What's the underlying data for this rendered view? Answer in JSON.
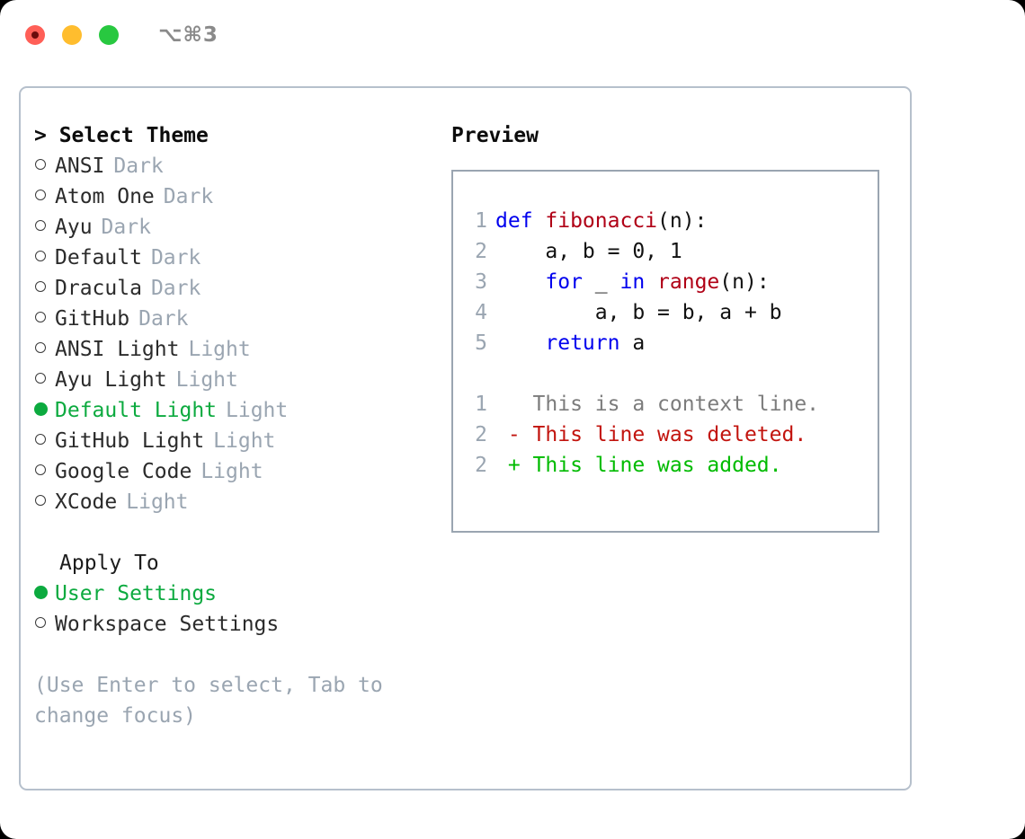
{
  "titlebar": {
    "shortcut": "⌥⌘3",
    "buttons": [
      {
        "name": "close",
        "color": "#ff5f57"
      },
      {
        "name": "minimize",
        "color": "#ffbd2e"
      },
      {
        "name": "maximize",
        "color": "#28c840"
      }
    ]
  },
  "left": {
    "header": "> Select Theme",
    "themes": [
      {
        "label": "ANSI",
        "tag": "Dark",
        "selected": false
      },
      {
        "label": "Atom One",
        "tag": "Dark",
        "selected": false
      },
      {
        "label": "Ayu",
        "tag": "Dark",
        "selected": false
      },
      {
        "label": "Default",
        "tag": "Dark",
        "selected": false
      },
      {
        "label": "Dracula",
        "tag": "Dark",
        "selected": false
      },
      {
        "label": "GitHub",
        "tag": "Dark",
        "selected": false
      },
      {
        "label": "ANSI Light",
        "tag": "Light",
        "selected": false
      },
      {
        "label": "Ayu Light",
        "tag": "Light",
        "selected": false
      },
      {
        "label": "Default Light",
        "tag": "Light",
        "selected": true
      },
      {
        "label": "GitHub Light",
        "tag": "Light",
        "selected": false
      },
      {
        "label": "Google Code",
        "tag": "Light",
        "selected": false
      },
      {
        "label": "XCode",
        "tag": "Light",
        "selected": false
      }
    ],
    "apply_header": "Apply To",
    "apply_options": [
      {
        "label": "User Settings",
        "selected": true
      },
      {
        "label": "Workspace Settings",
        "selected": false
      }
    ],
    "hint": "(Use Enter to select, Tab to change focus)"
  },
  "right": {
    "header": "Preview",
    "code_lines": [
      {
        "no": "1",
        "tokens": [
          {
            "t": "def ",
            "c": "kw"
          },
          {
            "t": "fibonacci",
            "c": "fn"
          },
          {
            "t": "(n):",
            "c": "pl"
          }
        ]
      },
      {
        "no": "2",
        "tokens": [
          {
            "t": "    a, b = 0, 1",
            "c": "pl"
          }
        ]
      },
      {
        "no": "3",
        "tokens": [
          {
            "t": "    ",
            "c": "pl"
          },
          {
            "t": "for ",
            "c": "kw"
          },
          {
            "t": "_ ",
            "c": "pl"
          },
          {
            "t": "in ",
            "c": "kw"
          },
          {
            "t": "range",
            "c": "fn"
          },
          {
            "t": "(n):",
            "c": "pl"
          }
        ]
      },
      {
        "no": "4",
        "tokens": [
          {
            "t": "        a, b = b, a + b",
            "c": "pl"
          }
        ]
      },
      {
        "no": "5",
        "tokens": [
          {
            "t": "    ",
            "c": "pl"
          },
          {
            "t": "return ",
            "c": "kw"
          },
          {
            "t": "a",
            "c": "pl"
          }
        ]
      }
    ],
    "diff_lines": [
      {
        "no": "1",
        "tokens": [
          {
            "t": "   This is a context line.",
            "c": "ctx"
          }
        ]
      },
      {
        "no": "2",
        "tokens": [
          {
            "t": " - This line was deleted.",
            "c": "del"
          }
        ]
      },
      {
        "no": "2",
        "tokens": [
          {
            "t": " + This line was added.",
            "c": "add"
          }
        ]
      }
    ]
  },
  "colors": {
    "accent_green": "#0caa3f",
    "muted": "#9aa5b1",
    "keyword": "#0000ee",
    "function": "#b00016",
    "diff_add": "#00bb00",
    "diff_del": "#c2140e",
    "border": "#b6c0cc"
  }
}
